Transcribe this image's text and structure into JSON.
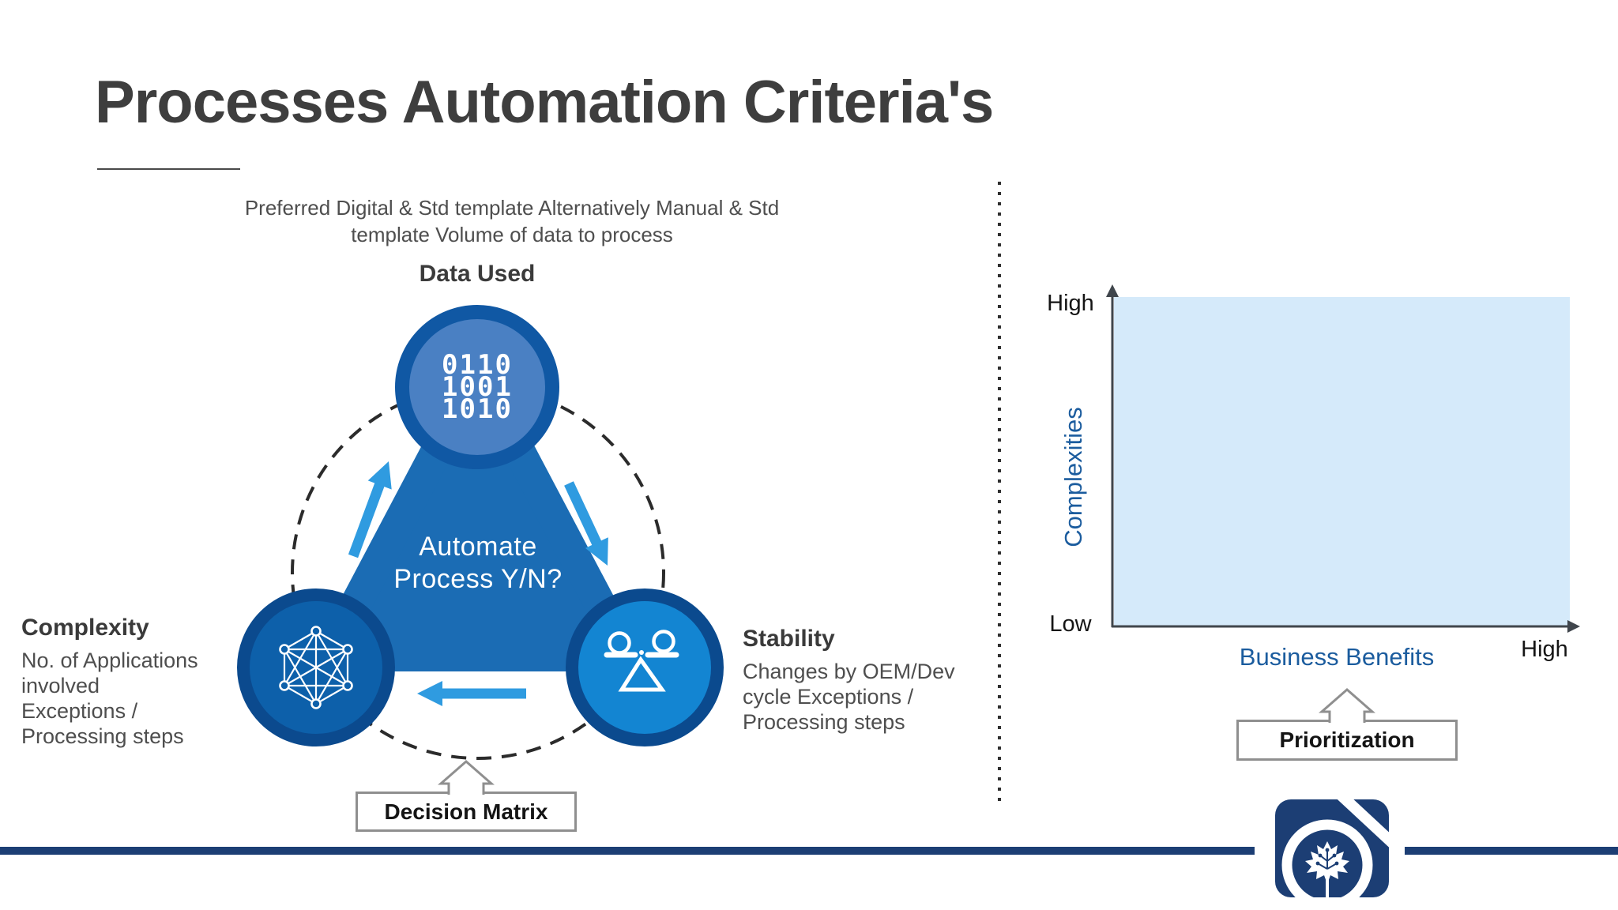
{
  "header": {
    "title": "Processes Automation Criteria's"
  },
  "left_panel": {
    "subtitle_line1": "Preferred Digital & Std template Alternatively Manual & Std",
    "subtitle_line2": "template Volume of data to process",
    "data_used_label": "Data Used",
    "binary": {
      "line1": "0110",
      "line2": "1001",
      "line3": "1010"
    },
    "center_label_line1": "Automate",
    "center_label_line2": "Process Y/N?",
    "complexity_title": "Complexity",
    "complexity_line1": "No. of Applications",
    "complexity_line2": "involved",
    "complexity_line3": "Exceptions /",
    "complexity_line4": "Processing steps",
    "stability_title": "Stability",
    "stability_line1": "Changes by OEM/Dev",
    "stability_line2": "cycle Exceptions /",
    "stability_line3": "Processing steps",
    "decision_box_label": "Decision Matrix"
  },
  "right_panel": {
    "y_axis_top_label": "High",
    "y_axis_bottom_label": "Low",
    "y_axis_title": "Complexities",
    "x_axis_title": "Business Benefits",
    "x_axis_right_label": "High",
    "prioritization_box_label": "Prioritization"
  },
  "colors": {
    "accent_navy": "#1c3e74",
    "triangle_blue": "#1b6cb4",
    "top_circle_fill": "#4a80c3",
    "top_circle_ring": "#1058a4",
    "left_circle_fill": "#0d60aa",
    "right_circle_fill": "#1385d2",
    "bottom_circle_ring": "#0b4a8e",
    "arrow_blue": "#2f9be0",
    "chart_fill": "#d5eafa",
    "chart_label_blue": "#1b5c9e"
  }
}
